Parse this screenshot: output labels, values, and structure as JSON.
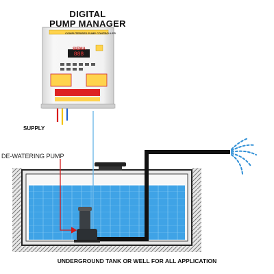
{
  "title": {
    "line1": "DIGITAL",
    "line2": "PUMP MANAGER"
  },
  "labels": {
    "supply": "SUPPLY",
    "pump": "DE-WATERING PUMP",
    "caption": "UNDERGROUND TANK OR WELL FOR ALL APPLICATION"
  },
  "panel": {
    "brand": "SIEMA",
    "strip": "COMPUTERISED PUMP CONTROLLER"
  },
  "colors": {
    "water": "#3fa3e6",
    "pipe": "#111111",
    "panel": "#f2f2f2",
    "supply_wires": [
      "#d81b1b",
      "#f2c200",
      "#1e62d0"
    ],
    "sensor_wire": "#6fb8e8",
    "arrow": "#d21b1b"
  }
}
